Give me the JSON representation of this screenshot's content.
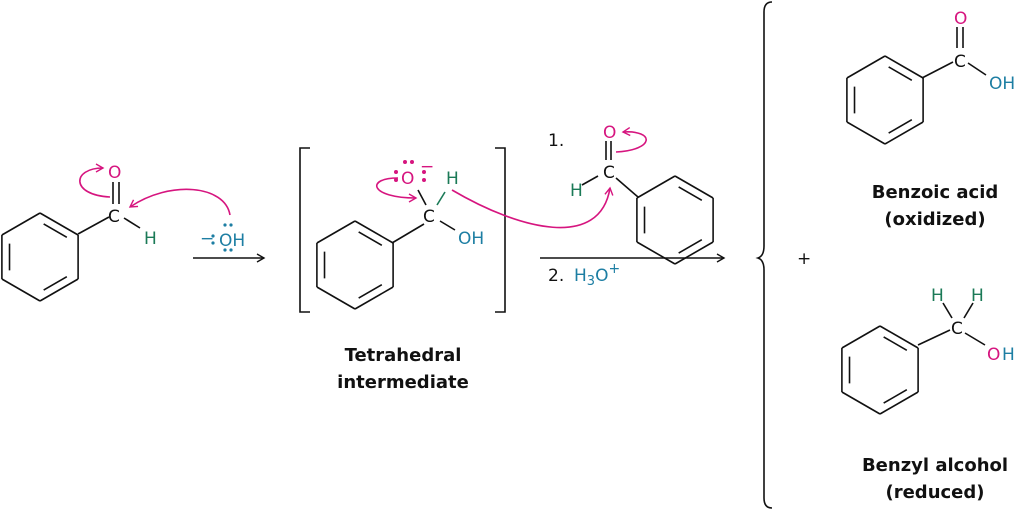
{
  "colors": {
    "bond": "#111111",
    "oxygen_arrow": "#d6157f",
    "hydroxide": "#1d7ea3",
    "hydrogen": "#1b7a57"
  },
  "reactant": {
    "O": "O",
    "C": "C",
    "H": "H"
  },
  "reagent": {
    "charge": "−",
    "OH": "OH"
  },
  "intermediate": {
    "O": "O",
    "charge": "−",
    "C": "C",
    "H": "H",
    "OH": "OH",
    "label_line1": "Tetrahedral",
    "label_line2": "intermediate"
  },
  "step1": {
    "number": "1.",
    "O": "O",
    "C": "C",
    "H": "H"
  },
  "step2": {
    "number": "2.",
    "reagent": "H",
    "sub": "3",
    "O": "O",
    "sup": "+"
  },
  "plus": "+",
  "product1": {
    "O": "O",
    "C": "C",
    "OH": "OH",
    "label_line1": "Benzoic acid",
    "label_line2": "(oxidized)"
  },
  "product2": {
    "H1": "H",
    "H2": "H",
    "C": "C",
    "O": "O",
    "H": "H",
    "label_line1": "Benzyl alcohol",
    "label_line2": "(reduced)"
  }
}
